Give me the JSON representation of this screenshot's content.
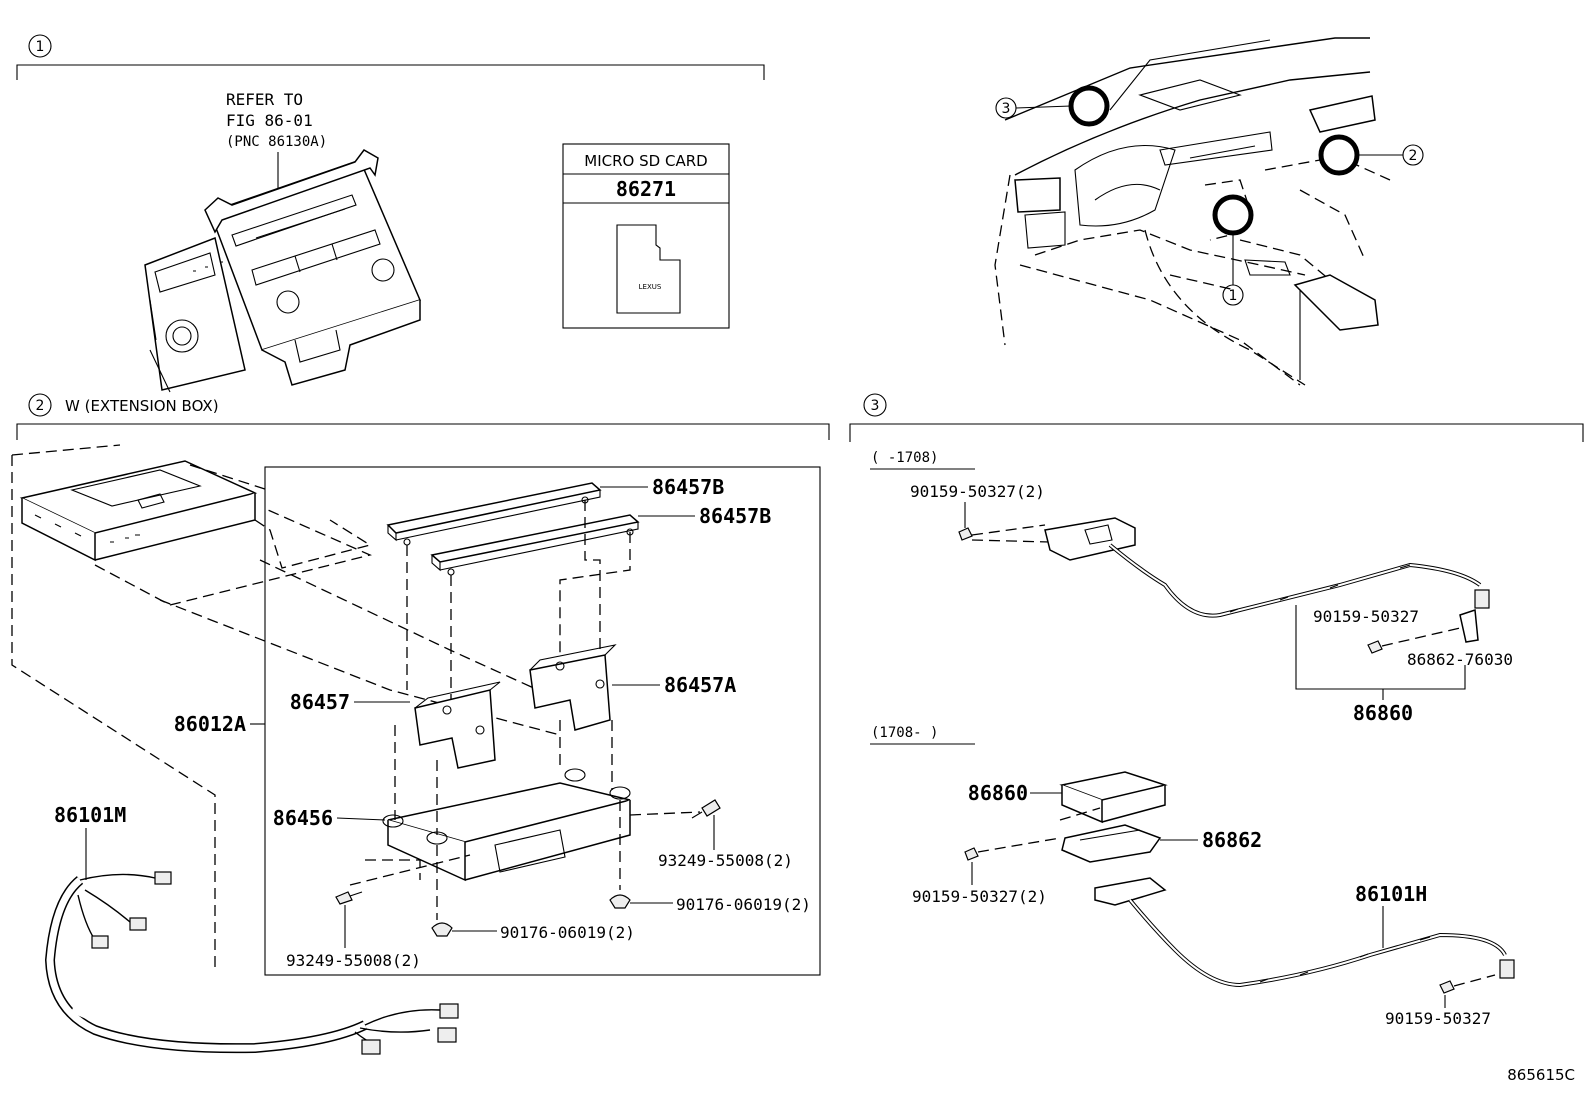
{
  "diagram": {
    "figure_code": "865615C",
    "section1": {
      "marker": "1",
      "refer_line1": "REFER TO",
      "refer_line2": "FIG 86-01",
      "refer_line3": "(PNC 86130A)",
      "sd_box_title": "MICRO SD CARD",
      "sd_box_part": "86271",
      "sd_card_brand": "LEXUS"
    },
    "section2": {
      "marker": "2",
      "title": "W (EXTENSION BOX)",
      "parts": {
        "rail_upper": "86457B",
        "rail_lower": "86457B",
        "bracket_right": "86457A",
        "bracket_left": "86457",
        "assembly": "86012A",
        "base": "86456",
        "bolt_right": "93249-55008(2)",
        "clip_right": "90176-06019(2)",
        "clip_center": "90176-06019(2)",
        "bolt_left": "93249-55008(2)",
        "harness": "86101M"
      }
    },
    "section3": {
      "marker": "3",
      "range_early": "(     -1708)",
      "range_late": "(1708-     )",
      "early": {
        "screw_top": "90159-50327(2)",
        "screw_mid": "90159-50327",
        "bracket": "86862-76030",
        "antenna": "86860"
      },
      "late": {
        "module": "86860",
        "bracket": "86862",
        "screw_left": "90159-50327(2)",
        "harness": "86101H",
        "screw_bottom": "90159-50327"
      }
    },
    "dash_view": {
      "marker_1": "1",
      "marker_2": "2",
      "marker_3": "3"
    }
  }
}
